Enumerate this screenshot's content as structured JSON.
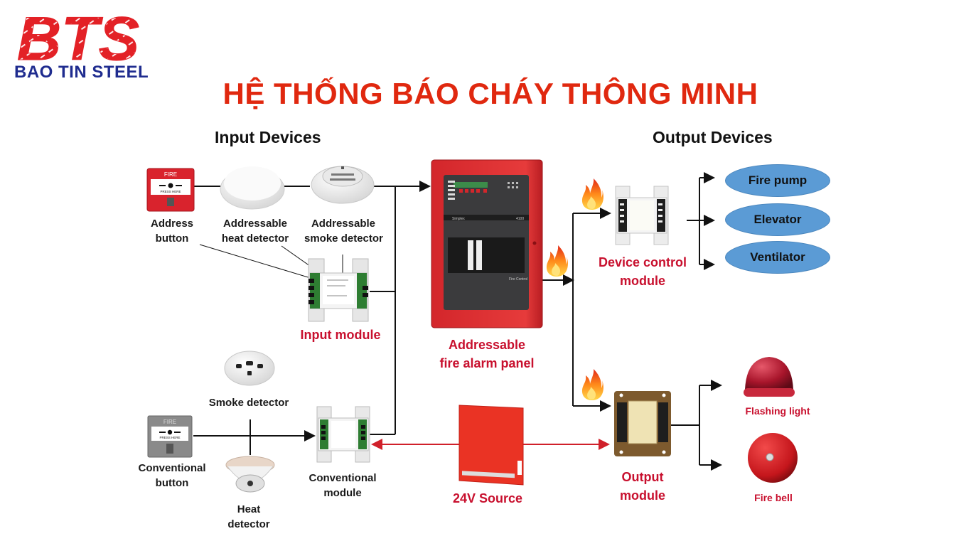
{
  "brand": {
    "logo_letters": "BTS",
    "company_name": "BAO TIN STEEL",
    "logo_color": "#e32126",
    "name_color": "#1f2c8f"
  },
  "title": "HỆ THỐNG BÁO CHÁY THÔNG MINH",
  "sections": {
    "input": "Input Devices",
    "output": "Output Devices"
  },
  "input_devices": {
    "address_button": {
      "line1": "Address",
      "line2": "button",
      "icon_text": "FIRE",
      "icon_sub": "PRESS HERE"
    },
    "heat_detector": {
      "line1": "Addressable",
      "line2": "heat detector"
    },
    "smoke_detector": {
      "line1": "Addressable",
      "line2": "smoke detector"
    },
    "input_module": {
      "label": "Input module"
    },
    "conv_smoke": {
      "label": "Smoke detector"
    },
    "conv_button": {
      "line1": "Conventional",
      "line2": "button",
      "icon_text": "FIRE",
      "icon_sub": "PRESS HERE"
    },
    "conv_heat": {
      "line1": "Heat",
      "line2": "detector"
    },
    "conv_module": {
      "line1": "Conventional",
      "line2": "module"
    }
  },
  "panel": {
    "line1": "Addressable",
    "line2": "fire alarm panel",
    "brand_text": "Simplex",
    "model_text": "4100",
    "footer_text": "Fire Control"
  },
  "power": {
    "label": "24V Source"
  },
  "output_devices": {
    "device_control_module": {
      "line1": "Device control",
      "line2": "module"
    },
    "targets": [
      "Fire pump",
      "Elevator",
      "Ventilator"
    ],
    "output_module": {
      "line1": "Output",
      "line2": "module"
    },
    "flashing_light": {
      "label": "Flashing light"
    },
    "fire_bell": {
      "label": "Fire bell"
    }
  },
  "colors": {
    "title_red": "#e0280f",
    "label_red": "#c8102e",
    "oval_blue": "#5b9bd5",
    "wire_black": "#111111",
    "power_wire_red": "#d0202a"
  }
}
